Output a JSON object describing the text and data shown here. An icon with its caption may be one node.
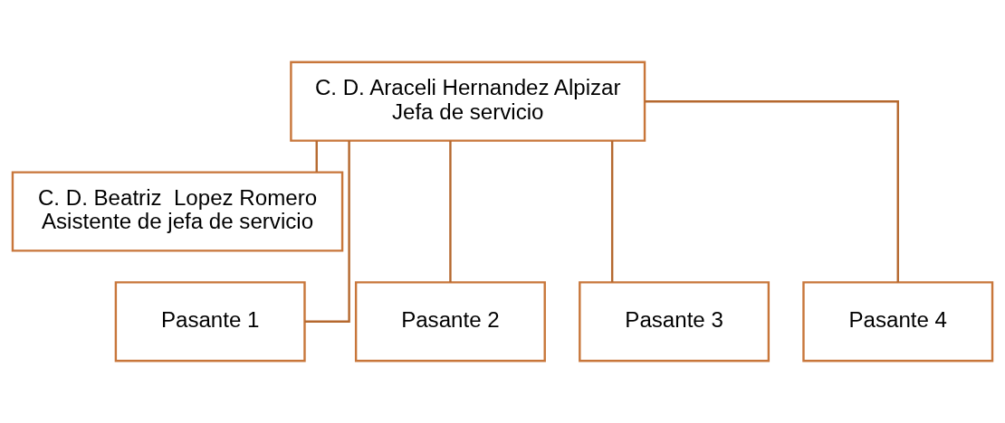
{
  "diagram": {
    "nodes": [
      {
        "text": [
          "C. D. Araceli Hernandez Alpizar",
          "Jefa de servicio"
        ]
      },
      {
        "text": [
          "C. D. Beatriz  Lopez Romero",
          "Asistente de jefa de servicio"
        ]
      },
      {
        "text": [
          "Pasante 1"
        ]
      },
      {
        "text": [
          "Pasante 2"
        ]
      },
      {
        "text": [
          "Pasante 3"
        ]
      },
      {
        "text": [
          "Pasante 4"
        ]
      }
    ],
    "edges": [
      {
        "from": 0,
        "to": 1,
        "arrow": "none"
      },
      {
        "from": 0,
        "to": 2,
        "arrow": "none"
      },
      {
        "from": 0,
        "to": 3,
        "arrow": "none"
      },
      {
        "from": 0,
        "to": 4,
        "arrow": "none"
      },
      {
        "from": 0,
        "to": 5,
        "arrow": "none"
      }
    ]
  }
}
